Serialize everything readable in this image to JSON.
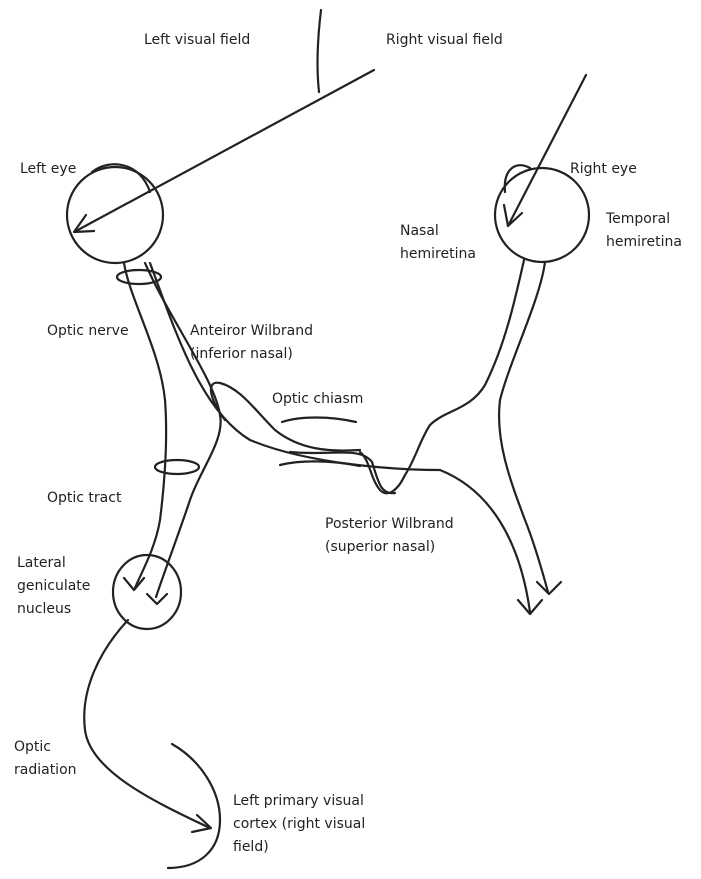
{
  "colors": {
    "ink": "#222222",
    "background": "#ffffff"
  },
  "labels": {
    "left_visual_field": "Left visual field",
    "right_visual_field": "Right visual field",
    "left_eye": "Left eye",
    "right_eye": "Right eye",
    "nasal_hemiretina": [
      "Nasal",
      "hemiretina"
    ],
    "temporal_hemiretina": [
      "Temporal",
      "hemiretina"
    ],
    "optic_nerve": "Optic nerve",
    "anterior_wilbrand": [
      "Anteiror Wilbrand",
      "(inferior nasal)"
    ],
    "optic_chiasm": "Optic chiasm",
    "optic_tract": "Optic tract",
    "posterior_wilbrand": [
      "Posterior Wilbrand",
      "(superior nasal)"
    ],
    "lateral_geniculate_nucleus": [
      "Lateral",
      "geniculate",
      "nucleus"
    ],
    "optic_radiation": [
      "Optic",
      "radiation"
    ],
    "left_primary_visual_cortex": [
      "Left primary visual",
      "cortex (right visual",
      "field)"
    ]
  }
}
